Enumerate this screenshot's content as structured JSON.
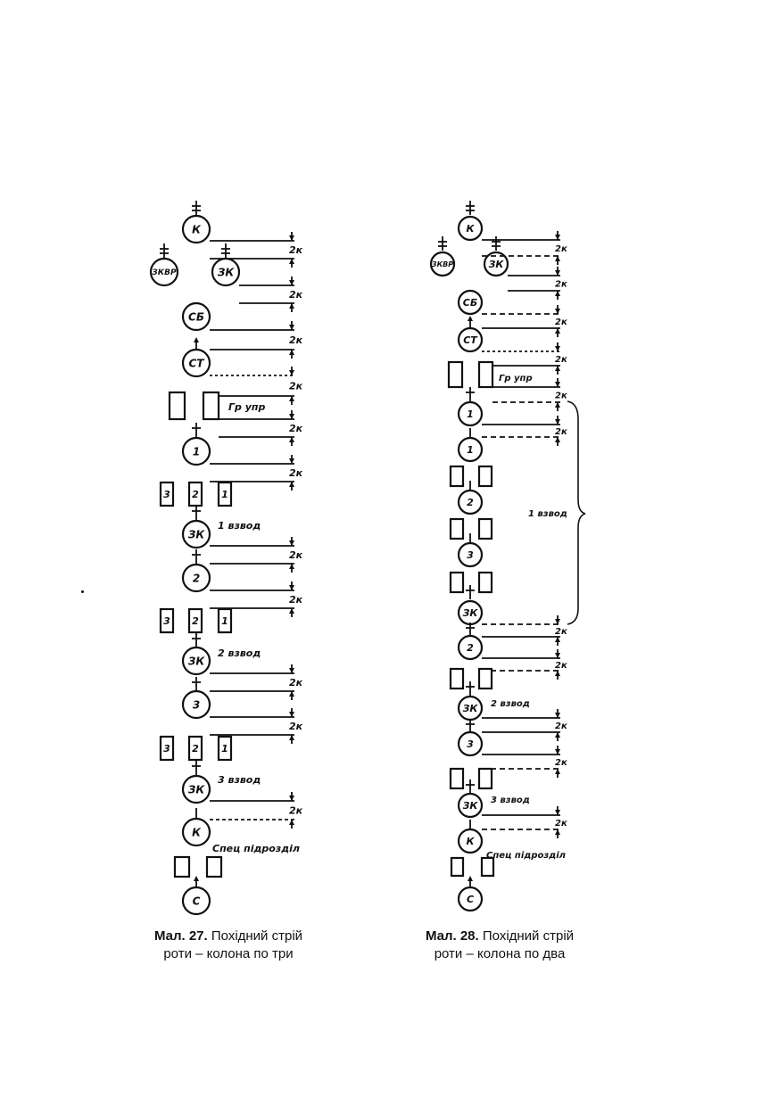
{
  "left": {
    "spacing": "2к",
    "platoons": [
      "1 взвод",
      "2 взвод",
      "3 взвод"
    ],
    "spec_label": "Спец підрозділ",
    "group_label": "Гр упр",
    "caption_lead": "Мал. 27.",
    "caption_rest": "Похідний стрій",
    "caption_line2": "роти – колона по три",
    "circles": [
      "К",
      "ЗКВР",
      "ЗК",
      "СБ",
      "СТ",
      "1",
      "ЗК",
      "2",
      "ЗК",
      "3",
      "ЗК",
      "К",
      "С"
    ],
    "vehicles": [
      "3",
      "2",
      "1",
      "3",
      "2",
      "1",
      "3",
      "2",
      "1"
    ]
  },
  "right": {
    "spacing": "2к",
    "platoons": [
      "1 взвод",
      "2 взвод",
      "3 взвод"
    ],
    "spec_label": "Спец підрозділ",
    "group_label": "Гр упр",
    "caption_lead": "Мал. 28.",
    "caption_rest": "Похідний стрій",
    "caption_line2": "роти – колона по два",
    "circles": [
      "К",
      "ЗКВР",
      "ЗК",
      "СБ",
      "СТ",
      "1",
      "1",
      "2",
      "3",
      "ЗК",
      "2",
      "ЗК",
      "3",
      "ЗК",
      "К",
      "С"
    ]
  }
}
